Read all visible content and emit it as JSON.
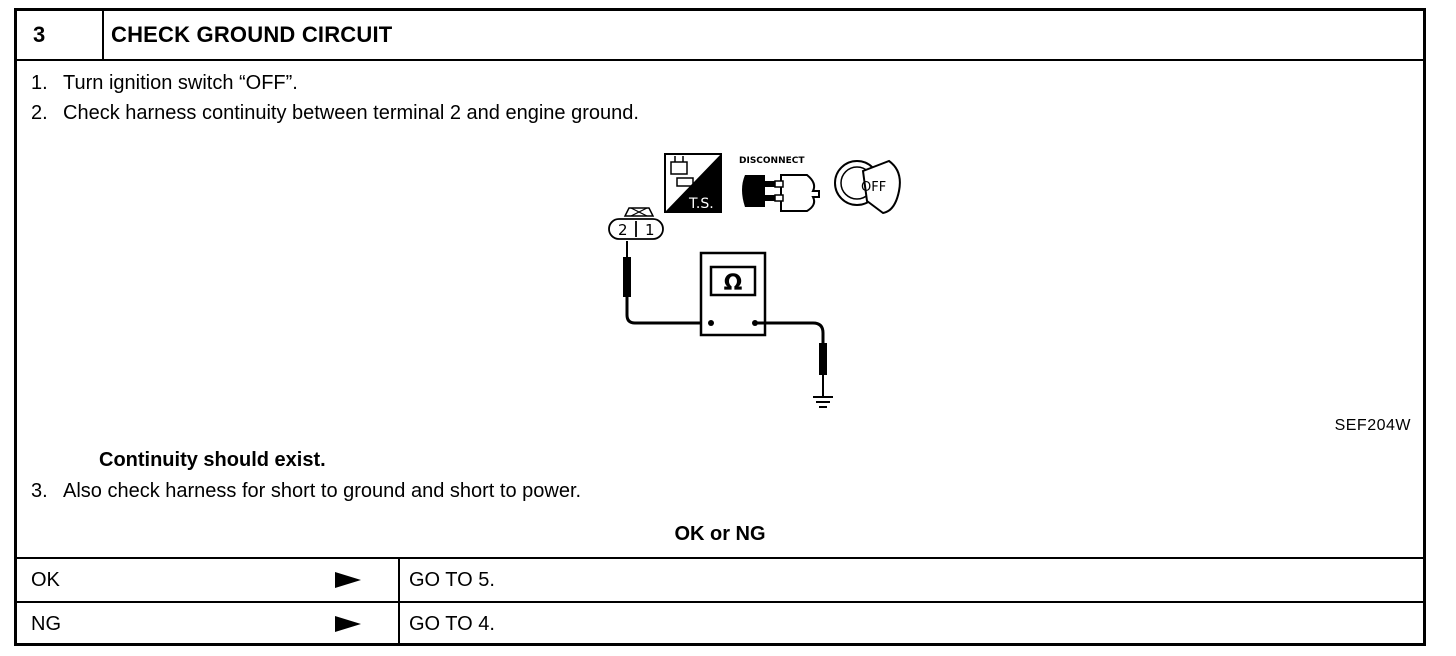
{
  "header": {
    "step_number": "3",
    "title": "CHECK GROUND CIRCUIT"
  },
  "steps": [
    {
      "num": "1.",
      "text": "Turn ignition switch “OFF”."
    },
    {
      "num": "2.",
      "text": "Check harness continuity between terminal 2 and engine ground."
    },
    {
      "num": "3.",
      "text": "Also check harness for short to ground and short to power."
    }
  ],
  "diagram": {
    "ts_label": "T.S.",
    "disconnect_label": "DISCONNECT",
    "off_label": "OFF",
    "terminal_2": "2",
    "terminal_1": "1",
    "meter_symbol": "Ω",
    "figure_code": "SEF204W"
  },
  "condition": "Continuity should exist.",
  "result_heading": "OK or NG",
  "results": [
    {
      "label": "OK",
      "action": "GO TO 5."
    },
    {
      "label": "NG",
      "action": "GO TO 4."
    }
  ]
}
